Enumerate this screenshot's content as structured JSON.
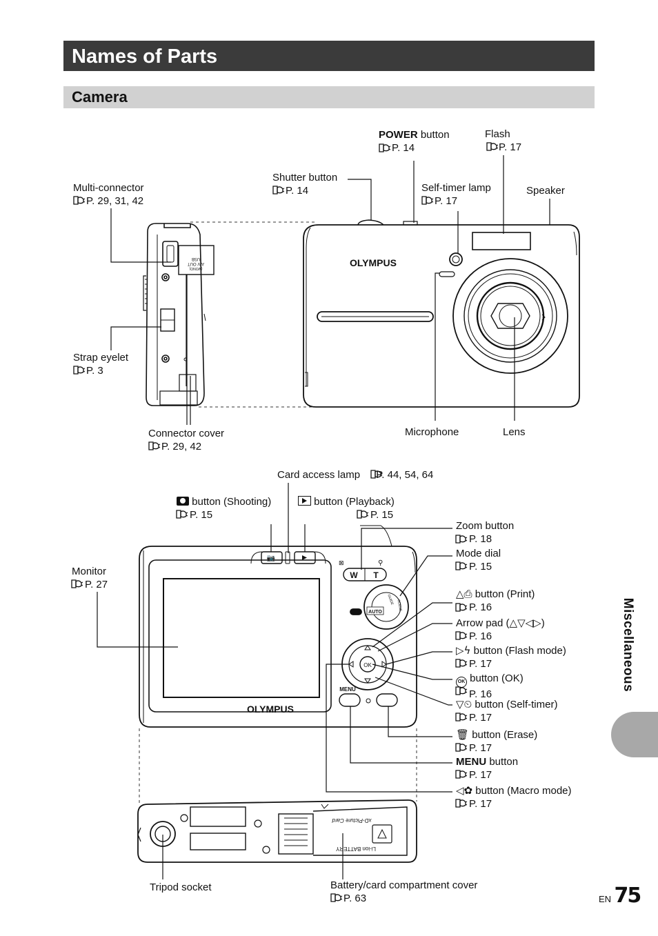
{
  "header": {
    "title": "Names of Parts",
    "subtitle": "Camera"
  },
  "sidebar": {
    "label": "Miscellaneous"
  },
  "footer": {
    "lang": "EN",
    "page": "75"
  },
  "brand": {
    "logo_text": "OLYMPUS"
  },
  "labels": {
    "power": {
      "name": "POWER",
      "suffix": "button",
      "ref": "P. 14"
    },
    "flash": {
      "name": "Flash",
      "ref": "P. 17"
    },
    "shutter": {
      "name": "Shutter button",
      "ref": "P. 14"
    },
    "multi": {
      "name": "Multi-connector",
      "ref": "P. 29, 31, 42"
    },
    "selftimer_lamp": {
      "name": "Self-timer lamp",
      "ref": "P. 17"
    },
    "speaker": {
      "name": "Speaker"
    },
    "strap": {
      "name": "Strap eyelet",
      "ref": "P. 3"
    },
    "connector_cover": {
      "name": "Connector cover",
      "ref": "P. 29, 42"
    },
    "microphone": {
      "name": "Microphone"
    },
    "lens": {
      "name": "Lens"
    },
    "card_lamp": {
      "name": "Card access lamp",
      "ref": "P. 44, 54, 64"
    },
    "shooting": {
      "name": "button (Shooting)",
      "ref": "P. 15"
    },
    "playback": {
      "name": "button (Playback)",
      "ref": "P. 15"
    },
    "zoom": {
      "name": "Zoom button",
      "ref": "P. 18"
    },
    "mode_dial": {
      "name": "Mode dial",
      "ref": "P. 15"
    },
    "monitor": {
      "name": "Monitor",
      "ref": "P. 27"
    },
    "print": {
      "name": "button (Print)",
      "ref": "P. 16"
    },
    "arrow": {
      "name": "Arrow pad (",
      "arrows": "△▽◁▷",
      "close": ")",
      "ref": "P. 16"
    },
    "flash_mode": {
      "name": "button (Flash mode)",
      "ref": "P. 17"
    },
    "ok": {
      "name": "button (OK)",
      "ref": "P. 16"
    },
    "self_timer": {
      "name": "button (Self-timer)",
      "ref": "P. 17"
    },
    "erase": {
      "name": "button (Erase)",
      "ref": "P. 17"
    },
    "menu": {
      "name": "MENU",
      "suffix": "button",
      "ref": "P. 17"
    },
    "macro": {
      "name": "button (Macro mode)",
      "ref": "P. 17"
    },
    "tripod": {
      "name": "Tripod socket"
    },
    "battery": {
      "name": "Battery/card compartment cover",
      "ref": "P. 63"
    }
  },
  "camera_marks": {
    "usb": "USB",
    "av_out": "A/V OUT",
    "mono": "(MONO)",
    "w": "W",
    "t": "T",
    "menu_btn": "MENU",
    "ok_btn": "OK",
    "auto": "AUTO",
    "xd": "xD-Picture Card",
    "battery": "Li-ion BATTERY",
    "guide": "GUIDE",
    "scene": "SCENE"
  },
  "colors": {
    "header_bg": "#3b3b3b",
    "subheader_bg": "#d1d1d1",
    "sidebar_tab": "#a8a8a8"
  }
}
